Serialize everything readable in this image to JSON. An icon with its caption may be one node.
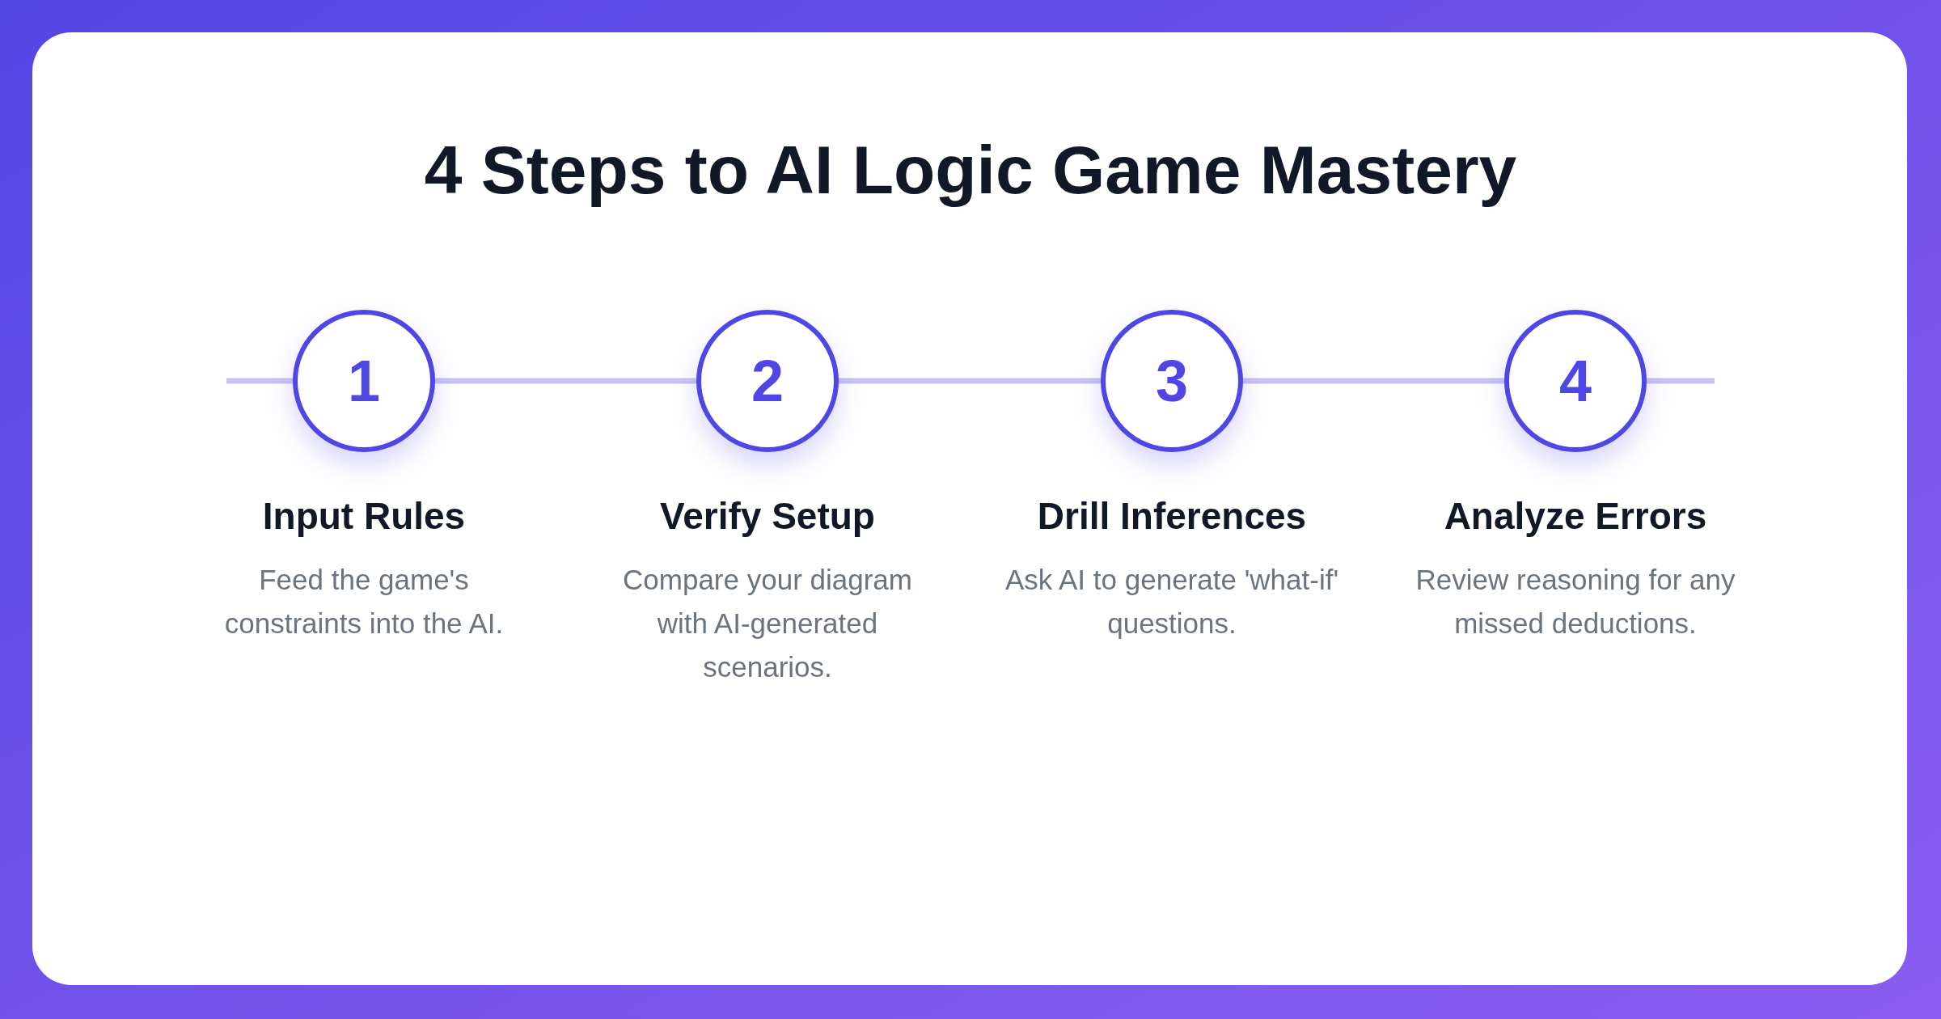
{
  "diagram": {
    "title": "4 Steps to AI Logic Game Mastery",
    "nodes": [
      {
        "text": [
          "1"
        ],
        "beside": [
          "Input Rules",
          "Feed the game's constraints into the AI."
        ]
      },
      {
        "text": [
          "2"
        ],
        "beside": [
          "Verify Setup",
          "Compare your diagram with AI-generated scenarios."
        ]
      },
      {
        "text": [
          "3"
        ],
        "beside": [
          "Drill Inferences",
          "Ask AI to generate 'what-if' questions."
        ]
      },
      {
        "text": [
          "4"
        ],
        "beside": [
          "Analyze Errors",
          "Review reasoning for any missed deductions."
        ]
      }
    ],
    "edges": [
      {
        "from": null,
        "to": 0,
        "arrow": "none"
      },
      {
        "from": 0,
        "to": 1,
        "arrow": "none"
      },
      {
        "from": 1,
        "to": 2,
        "arrow": "none"
      },
      {
        "from": 2,
        "to": 3,
        "arrow": "none"
      },
      {
        "from": 3,
        "to": null,
        "arrow": "none"
      }
    ]
  }
}
